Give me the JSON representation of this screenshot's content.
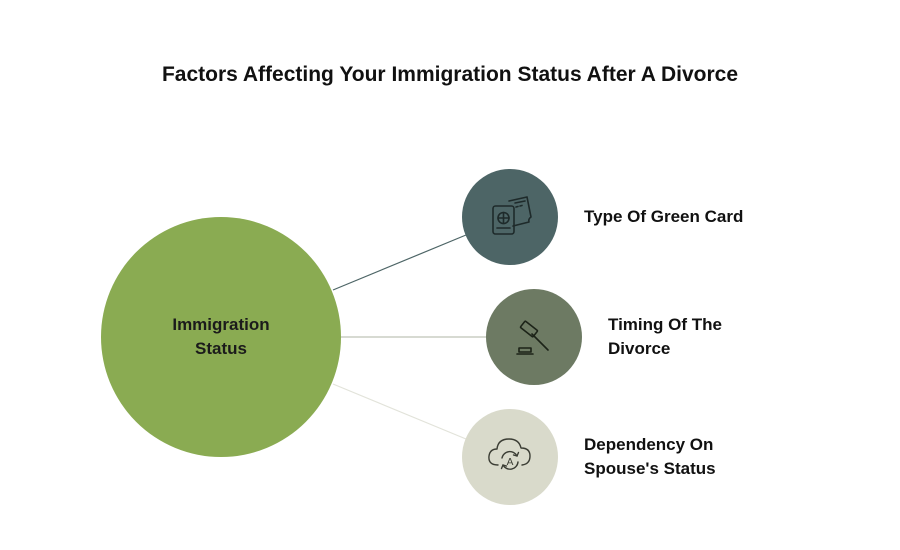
{
  "title": "Factors Affecting Your Immigration Status After A Divorce",
  "hub": {
    "label": "Immigration\nStatus",
    "color": "#8aab52"
  },
  "factors": [
    {
      "label": "Type Of Green Card",
      "color": "#4d6566",
      "icon": "passport-ticket-icon"
    },
    {
      "label": "Timing Of The\nDivorce",
      "color": "#6d7a63",
      "icon": "gavel-icon"
    },
    {
      "label": "Dependency On\nSpouse's Status",
      "color": "#d9dacb",
      "icon": "cloud-sync-letter-icon"
    }
  ]
}
